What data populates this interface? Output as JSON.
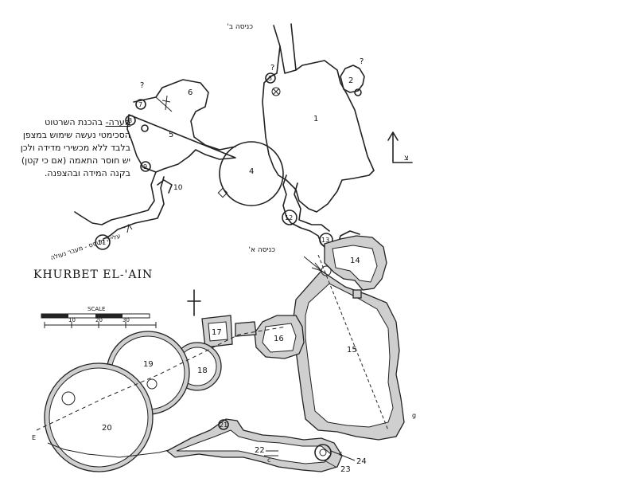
{
  "site_name": "KHURBET EL-'AIN",
  "note": {
    "label": "הערה-",
    "text": "בהכנת השרטוט הסכימטי נעשה שימוש במצפן בלבד ללא מכשירי מדידה ולכן יש חוסר התאמה (אם כי קטן) בקנה המידה ובהצפנה."
  },
  "entrances": {
    "entrance_b": "כניסה ב'",
    "entrance_a": "כניסה א'"
  },
  "passage_label": "עלייה מטפס - מעבר נעולה",
  "scale_label": "SCALE",
  "scale_ticks": [
    "10",
    "20",
    "30"
  ],
  "compass_letter": "צ",
  "edge_marks": [
    "E",
    "c",
    "c",
    "g"
  ],
  "question_marks": [
    "?",
    "?",
    "?"
  ],
  "room_numbers": [
    "1",
    "2",
    "3",
    "4",
    "5",
    "6",
    "7",
    "8",
    "9",
    "10",
    "11",
    "12",
    "13",
    "14",
    "15",
    "16",
    "17",
    "18",
    "19",
    "20",
    "21",
    "22",
    "23",
    "24"
  ]
}
